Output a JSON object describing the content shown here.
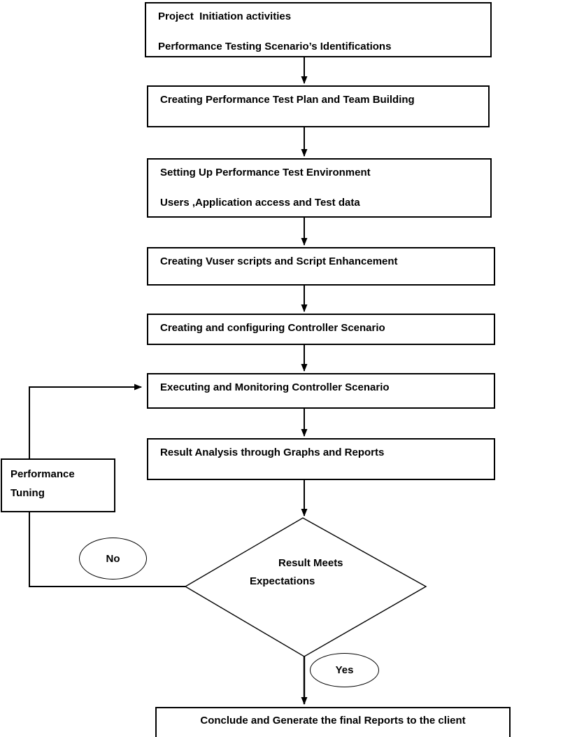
{
  "flowchart": {
    "nodes": [
      {
        "lines": [
          "Project  Initiation activities",
          "Performance Testing Scenario’s Identifications"
        ]
      },
      {
        "lines": [
          "Creating Performance Test Plan and Team Building"
        ]
      },
      {
        "lines": [
          "Setting Up Performance Test Environment",
          "Users ,Application access and Test data"
        ]
      },
      {
        "lines": [
          "Creating Vuser scripts and Script Enhancement"
        ]
      },
      {
        "lines": [
          "Creating and configuring Controller Scenario"
        ]
      },
      {
        "lines": [
          "Executing and Monitoring Controller Scenario"
        ]
      },
      {
        "lines": [
          "Result Analysis through Graphs and Reports"
        ]
      },
      {
        "lines": [
          "Performance",
          "Tuning"
        ]
      },
      {
        "lines": [
          "Conclude and Generate the final Reports to the client"
        ]
      }
    ],
    "decision": {
      "line1": "Result Meets",
      "line2": "Expectations"
    },
    "branch_labels": {
      "no": "No",
      "yes": "Yes"
    },
    "colors": {
      "stroke": "#000000",
      "fill": "#ffffff",
      "text": "#000000"
    }
  }
}
